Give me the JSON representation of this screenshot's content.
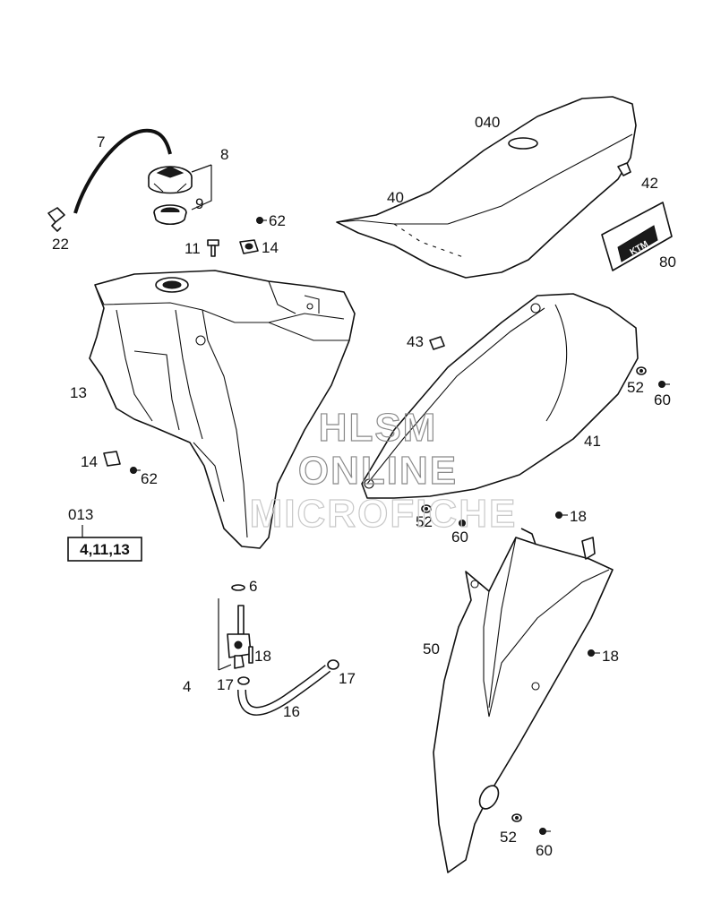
{
  "callouts": {
    "c7": "7",
    "c8": "8",
    "c9": "9",
    "c22": "22",
    "c040": "040",
    "c40": "40",
    "c42": "42",
    "c80": "80",
    "c62a": "62",
    "c11": "11",
    "c14a": "14",
    "c13": "13",
    "c43": "43",
    "c52a": "52",
    "c60a": "60",
    "c41": "41",
    "c14b": "14",
    "c62b": "62",
    "c013": "013",
    "c52b": "52",
    "c60b": "60",
    "c18a": "18",
    "c6": "6",
    "c18b": "18",
    "c4": "4",
    "c17a": "17",
    "c17b": "17",
    "c16": "16",
    "c50": "50",
    "c18c": "18",
    "c52c": "52",
    "c60c": "60"
  },
  "kit_box": {
    "label": "4,11,13"
  },
  "watermark": {
    "line1": "HLSM",
    "line2": "ONLINE",
    "line3": "MICROFICHE"
  },
  "decal_text": "KTM"
}
